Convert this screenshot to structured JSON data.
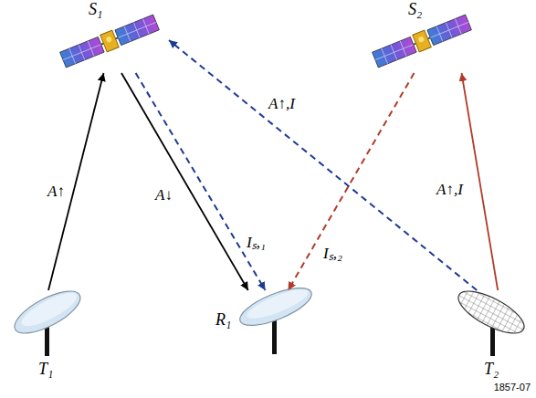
{
  "diagram": {
    "nodes": [
      {
        "text": [
          "S₁"
        ]
      },
      {
        "text": [
          "S₂"
        ]
      },
      {
        "text": [
          "T₁"
        ]
      },
      {
        "text": [
          "R₁"
        ]
      },
      {
        "text": [
          "T₂"
        ]
      }
    ],
    "edges": [
      {
        "from": 2,
        "to": 0,
        "arrow": "to",
        "label": "A↑"
      },
      {
        "from": 0,
        "to": 3,
        "arrow": "to",
        "label": "A↓"
      },
      {
        "from": 0,
        "to": 3,
        "arrow": "to",
        "label": "Iₛ,₁"
      },
      {
        "from": 1,
        "to": 3,
        "arrow": "to",
        "label": "Iₛ,₂"
      },
      {
        "from": 4,
        "to": 0,
        "arrow": "to",
        "label": "A↑,I"
      },
      {
        "from": 4,
        "to": 1,
        "arrow": "to",
        "label": "A↑,I"
      }
    ],
    "labels": [
      "1857-07"
    ]
  }
}
